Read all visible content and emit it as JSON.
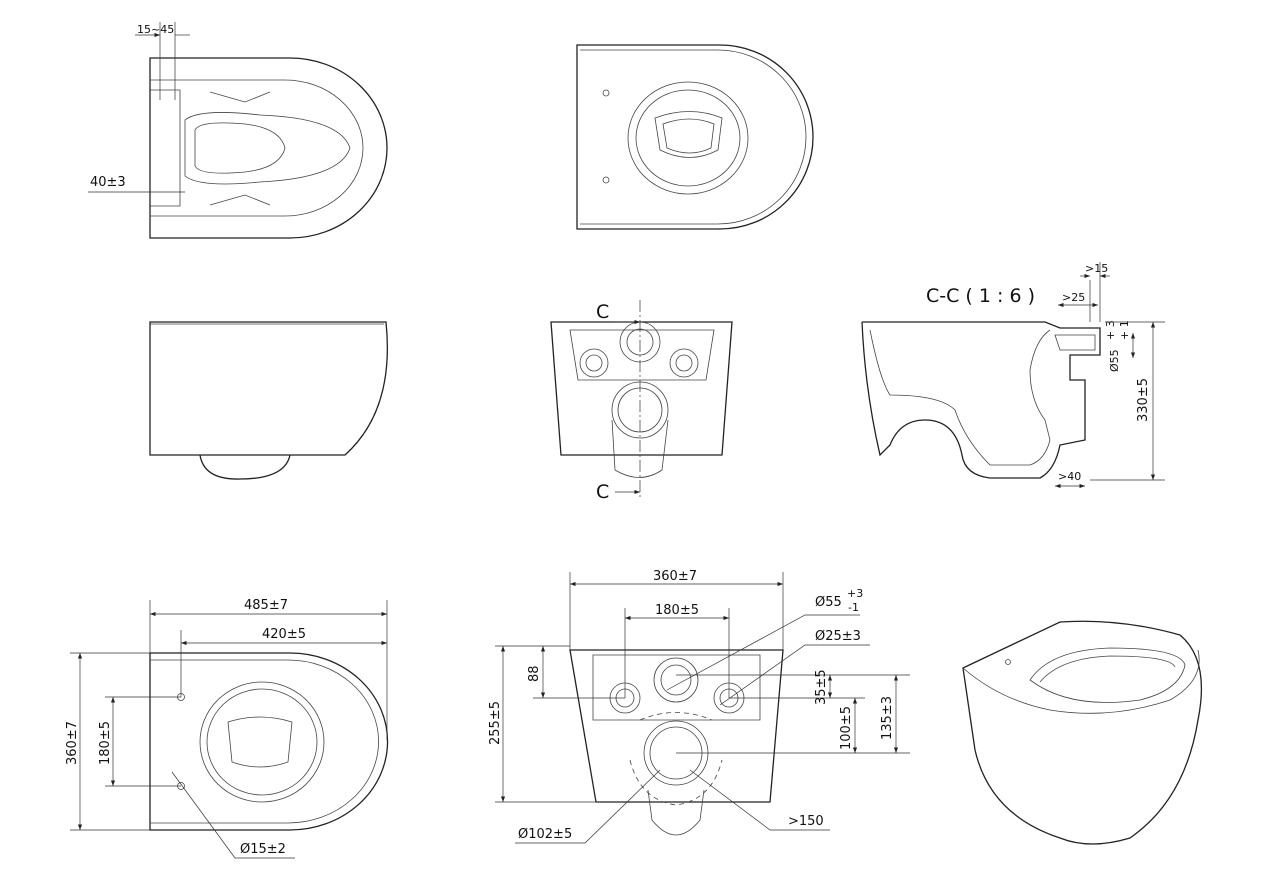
{
  "top_plan": {
    "dim_clearance": "15~45",
    "dim_offset": "40±3"
  },
  "section": {
    "title": "C-C ( 1 : 6 )",
    "dim_gt15": ">15",
    "dim_gt25": ">25",
    "tol_plus3": "+ 3",
    "tol_plus1": "+ 1",
    "dia55": "Ø55",
    "height": "330±5",
    "dim_gt40": ">40"
  },
  "front_mid": {
    "cut_top": "C",
    "cut_bottom": "C"
  },
  "bottom_plan": {
    "length": "485±7",
    "length_inner": "420±5",
    "width": "360±7",
    "hole_spacing": "180±5",
    "hole_dia": "Ø15±2"
  },
  "bottom_front": {
    "width": "360±7",
    "bolt_spacing": "180±5",
    "inlet_dia": "Ø55",
    "inlet_tol_plus": "+3",
    "inlet_tol_minus": "-1",
    "bolt_dia": "Ø25±3",
    "dim_88": "88",
    "height": "255±5",
    "dim_35": "35±5",
    "dim_100": "100±5",
    "dim_135": "135±3",
    "outlet_dia": "Ø102±5",
    "dim_gt150": ">150"
  }
}
